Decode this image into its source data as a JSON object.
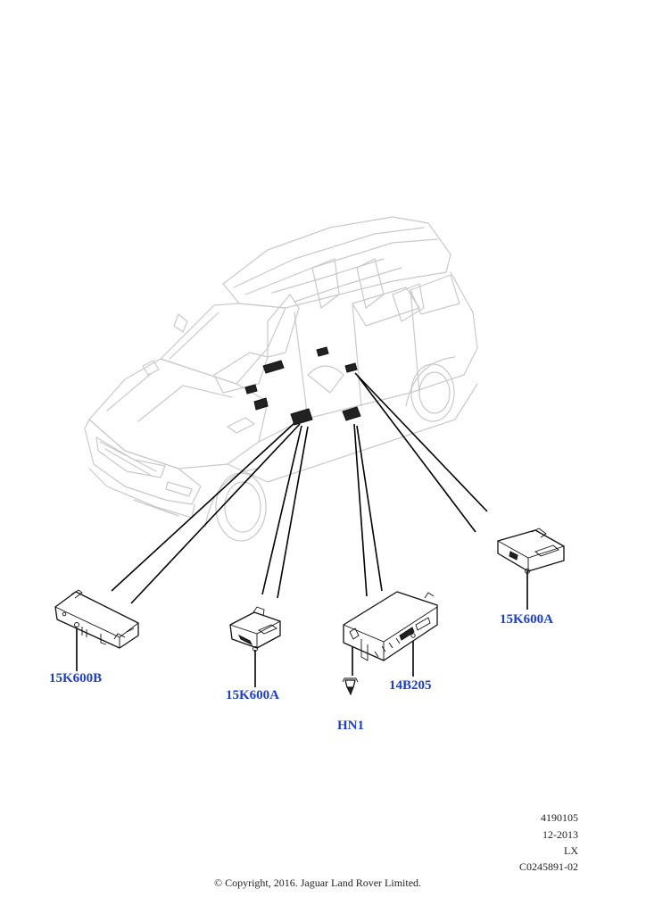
{
  "labels": {
    "module_15k600b": "15K600B",
    "module_15k600a_left": "15K600A",
    "module_15k600a_right": "15K600A",
    "module_14b205": "14B205",
    "module_hn1": "HN1"
  },
  "footer": {
    "ref_number": "4190105",
    "date": "12-2013",
    "model": "LX",
    "illustration_code": "C0245891-02",
    "copyright": "© Copyright, 2016. Jaguar Land Rover Limited."
  }
}
